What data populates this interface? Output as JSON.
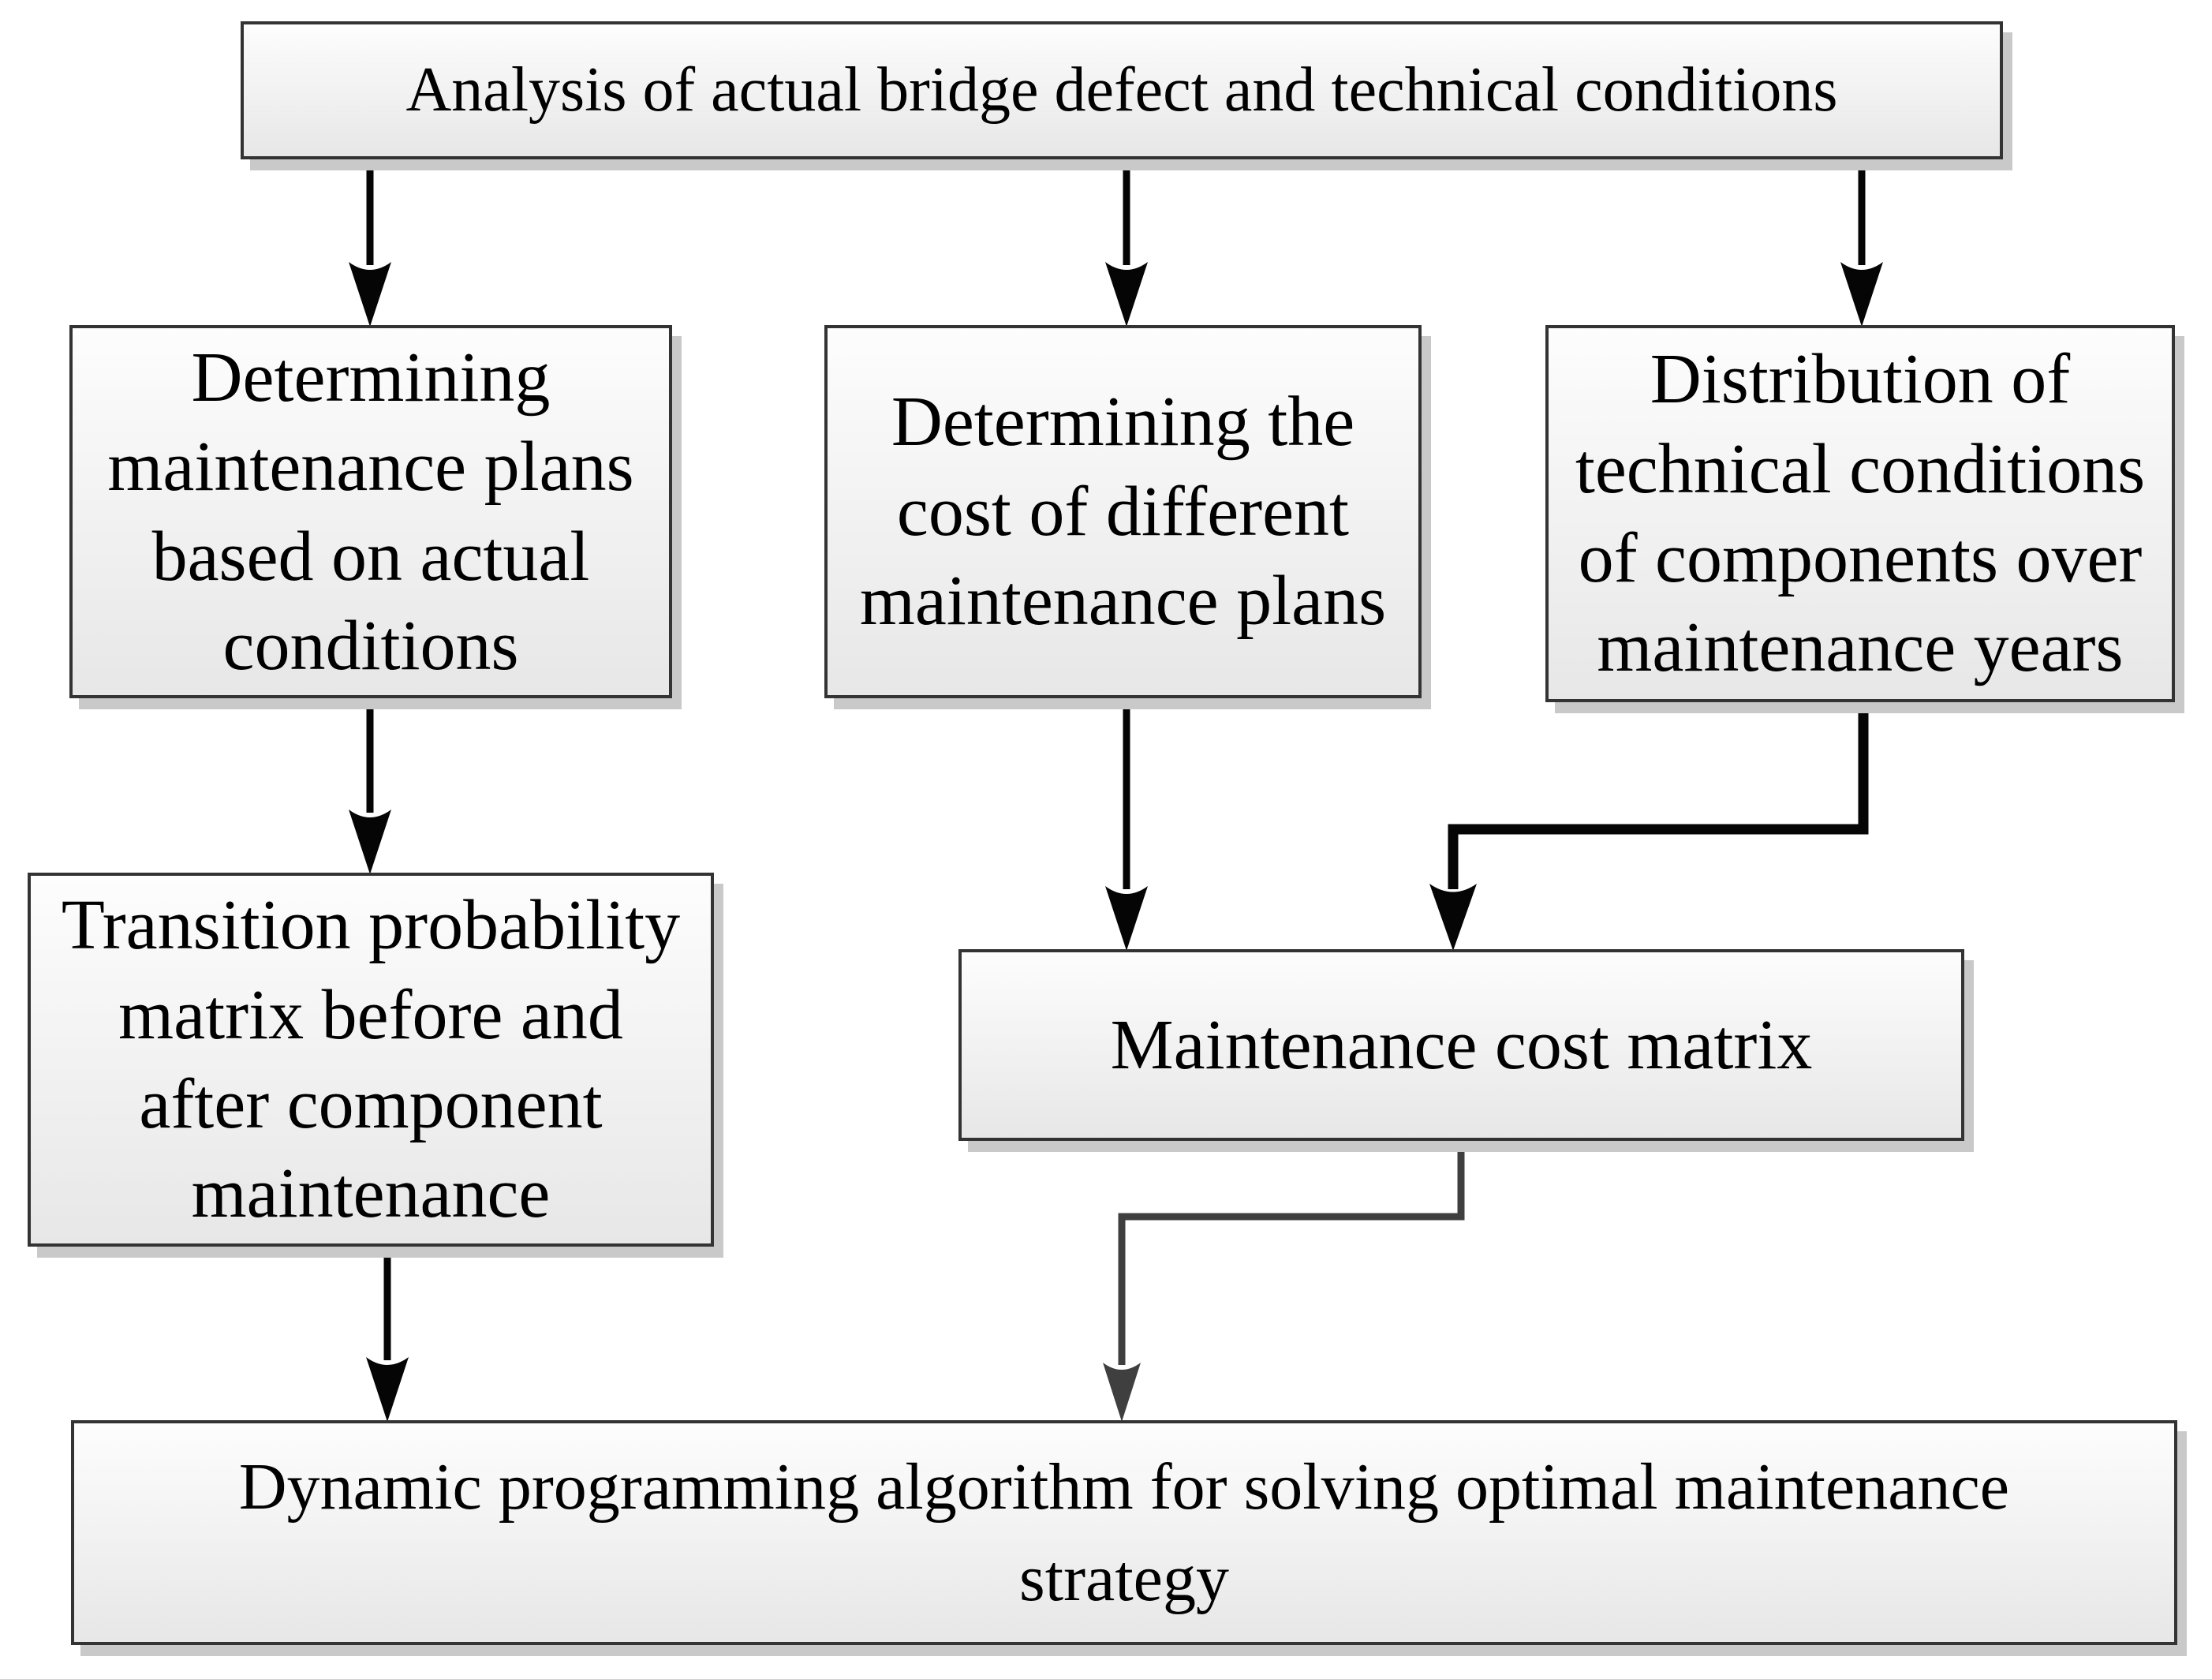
{
  "figure": {
    "type": "flowchart",
    "title": "Bridge maintenance optimization flowchart"
  },
  "nodes": {
    "analysis": {
      "label": "Analysis of actual bridge defect and technical conditions"
    },
    "plans": {
      "label": "Determining\nmaintenance plans\nbased on actual\nconditions"
    },
    "cost": {
      "label": "Determining the\ncost of different\nmaintenance plans"
    },
    "distribution": {
      "label": "Distribution of\ntechnical conditions\nof components over\nmaintenance years"
    },
    "transition": {
      "label": "Transition probability\nmatrix before and\nafter component\nmaintenance"
    },
    "cost_matrix": {
      "label": "Maintenance cost matrix"
    },
    "dynamic": {
      "label": "Dynamic programming algorithm for solving optimal maintenance\nstrategy"
    }
  },
  "edges": [
    {
      "from": "analysis",
      "to": "plans"
    },
    {
      "from": "analysis",
      "to": "cost"
    },
    {
      "from": "analysis",
      "to": "distribution"
    },
    {
      "from": "plans",
      "to": "transition"
    },
    {
      "from": "cost",
      "to": "cost_matrix"
    },
    {
      "from": "distribution",
      "to": "cost_matrix"
    },
    {
      "from": "transition",
      "to": "dynamic"
    },
    {
      "from": "cost_matrix",
      "to": "dynamic"
    }
  ],
  "colors": {
    "background": "#ffffff",
    "box_border": "#333333",
    "box_fill_top": "#fdfdfd",
    "box_fill_mid": "#f3f3f3",
    "box_fill_bottom": "#e7e7e7",
    "shadow": "#c9c9c9",
    "arrow": "#050505",
    "arrow_gray": "#3f3f3f",
    "text": "#000000"
  }
}
